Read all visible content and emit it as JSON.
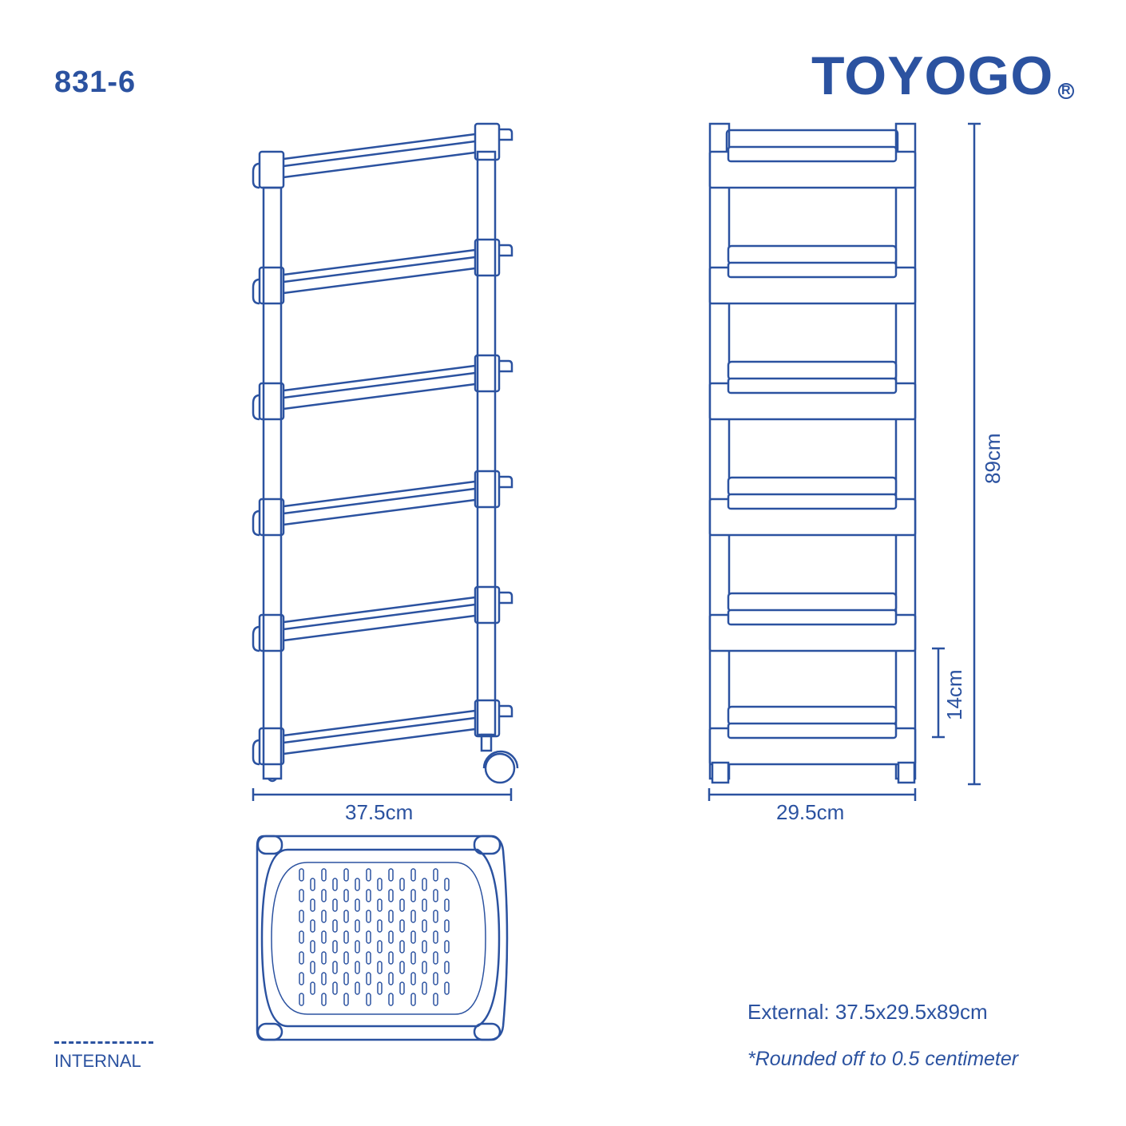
{
  "header": {
    "model_number": "831-6",
    "brand": "TOYOGO",
    "brand_mark": "R"
  },
  "dimensions": {
    "width_label": "37.5cm",
    "depth_label": "29.5cm",
    "height_label": "89cm",
    "shelf_spacing_label": "14cm"
  },
  "views": [
    "side-view",
    "front-view",
    "top-view-basket"
  ],
  "shelf_count": 6,
  "footer": {
    "external": "External: 37.5x29.5x89cm",
    "note": "*Rounded off to 0.5 centimeter",
    "legend_label": "INTERNAL"
  },
  "colors": {
    "line": "#2b52a0",
    "background": "#ffffff"
  }
}
